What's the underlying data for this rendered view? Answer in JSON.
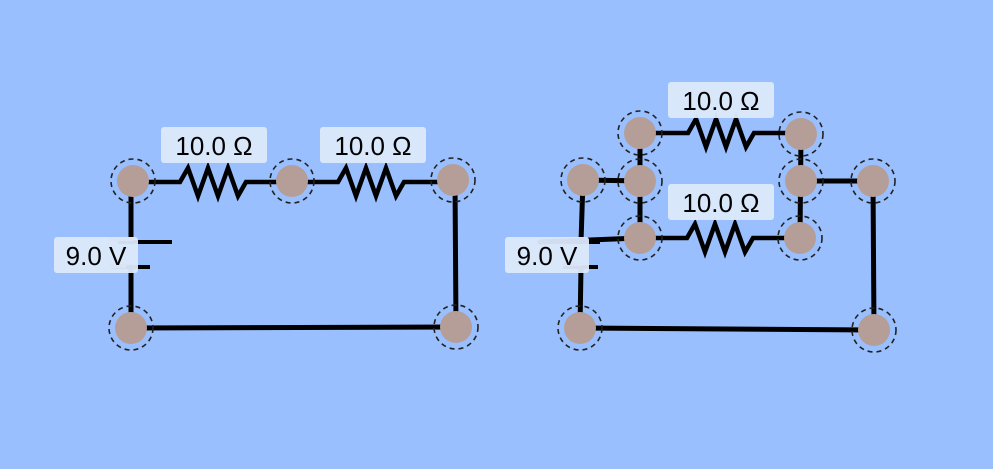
{
  "circuits": [
    {
      "battery_label": "9.0 V",
      "resistors": [
        {
          "label": "10.0 Ω"
        },
        {
          "label": "10.0 Ω"
        }
      ]
    },
    {
      "battery_label": "9.0 V",
      "resistors": [
        {
          "label": "10.0 Ω"
        },
        {
          "label": "10.0 Ω"
        }
      ]
    }
  ],
  "colors": {
    "background": "#99bfff",
    "node": "#b59e97",
    "wire": "#000000",
    "label_background": "#dce9fb"
  }
}
